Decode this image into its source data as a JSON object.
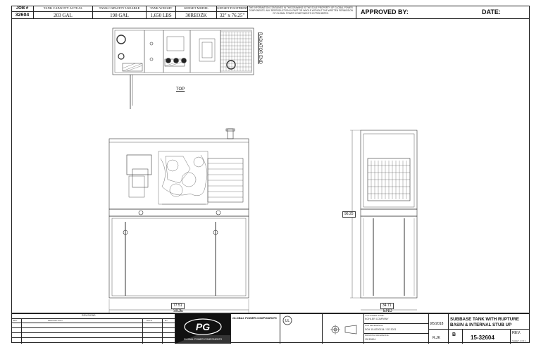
{
  "header": {
    "job_label": "JOB #",
    "job_value": "32604",
    "tank_actual_label": "TANK CAPACITY ACTUAL",
    "tank_actual_value": "203 GAL",
    "tank_usable_label": "TANK CAPACITY USEABLE",
    "tank_usable_value": "198 GAL",
    "tank_weight_label": "TANK WEIGHT",
    "tank_weight_value": "1,650 LBS",
    "genset_model_label": "GENSET MODEL",
    "genset_model_value": "30REOZK",
    "footprint_label": "GENSET FOOTPRINT",
    "footprint_value": "32\" x 76.25\"",
    "notice": "THE INFORMATION CONTAINED IN THIS DRAWING IS THE SOLE PROPERTY OF GLOBAL POWER COMPONENTS. ANY REPRODUCTION IN PART OR WHOLE WITHOUT THE WRITTEN PERMISSION OF GLOBAL POWER COMPONENTS IS PROHIBITED.",
    "approved_label": "APPROVED BY:",
    "date_label": "DATE:"
  },
  "views": {
    "top_label": "TOP",
    "side_label": "SIDE",
    "end_label": "END",
    "radiator_end": "RADIATOR END",
    "side_width": "77.51",
    "end_width": "34.71",
    "end_height": "96.25"
  },
  "title_block": {
    "revisions_label": "REVISIONS",
    "rev_label": "REV.",
    "description_label": "DESCRIPTION",
    "date_col_label": "DATE",
    "by_col_label": "BY",
    "company_name": "GLOBAL POWER COMPONENTS",
    "logo_sub": "GLOBAL POWER COMPONENTS",
    "customer_label": "CUSTOMER NAME:",
    "customer_value": "KOHLER COMPANY",
    "po_label": "PO# REFERENCE:",
    "po_value": "SO# 15-8230134 / SO 3021",
    "drawing_ref_label": "DRAWING REFERENCE:",
    "drawing_ref_value": "15-32604",
    "date_value": "9/5/2018",
    "title": "SUBBASE TANK WITH RUPTURE BASIN & INTERNAL STUB UP",
    "drawn_by": "R.JK",
    "size_value": "B",
    "dwg_no": "15-32604",
    "rev_value_label": "REV.",
    "sheet": "SHEET 1 OF 1"
  }
}
